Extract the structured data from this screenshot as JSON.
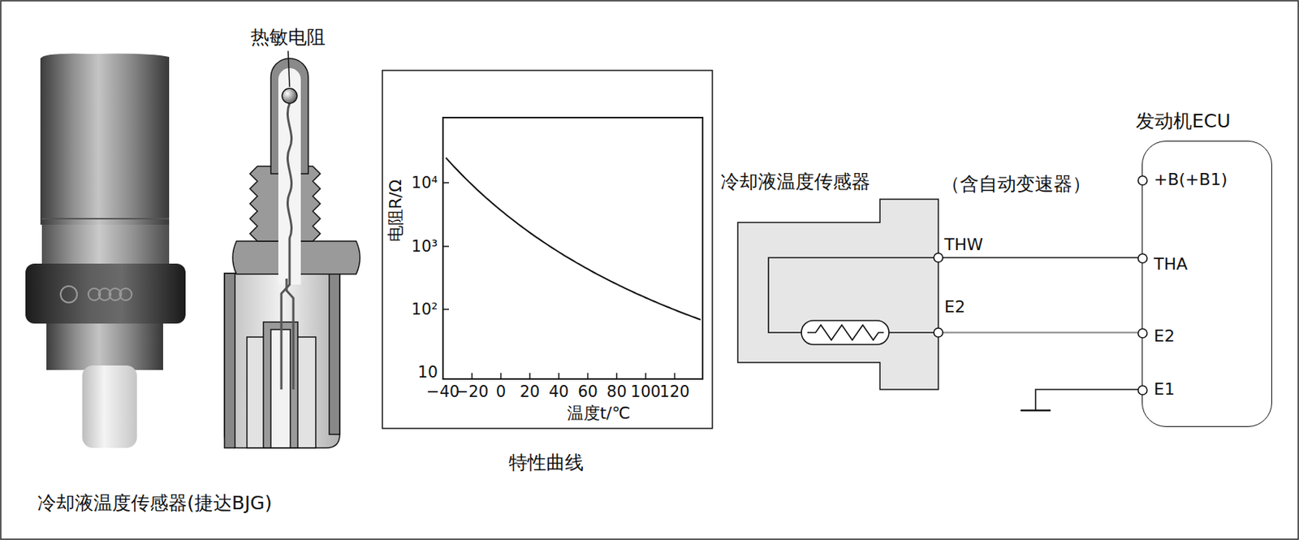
{
  "diagram": {
    "nodes": [
      {
        "text": [
          "冷却液温度传感器"
        ]
      },
      {
        "text": [
          "发动机ECU"
        ]
      }
    ],
    "edges": [
      {
        "from": 0,
        "to": 1,
        "arrow": "none"
      },
      {
        "from": 0,
        "to": 1,
        "arrow": "none"
      }
    ],
    "labels": [
      "热敏电阻",
      "冷却液温度传感器(捷达BJG)",
      "10⁴",
      "10³",
      "10²",
      "10",
      "−40",
      "−20",
      "0",
      "20",
      "40",
      "60",
      "80",
      "100",
      "120",
      "电阻R/Ω",
      "温度t/℃",
      "特性曲线",
      "（含自动变速器）",
      "THW",
      "E2",
      "+B(+B1)",
      "THA",
      "E2",
      "E1"
    ]
  }
}
